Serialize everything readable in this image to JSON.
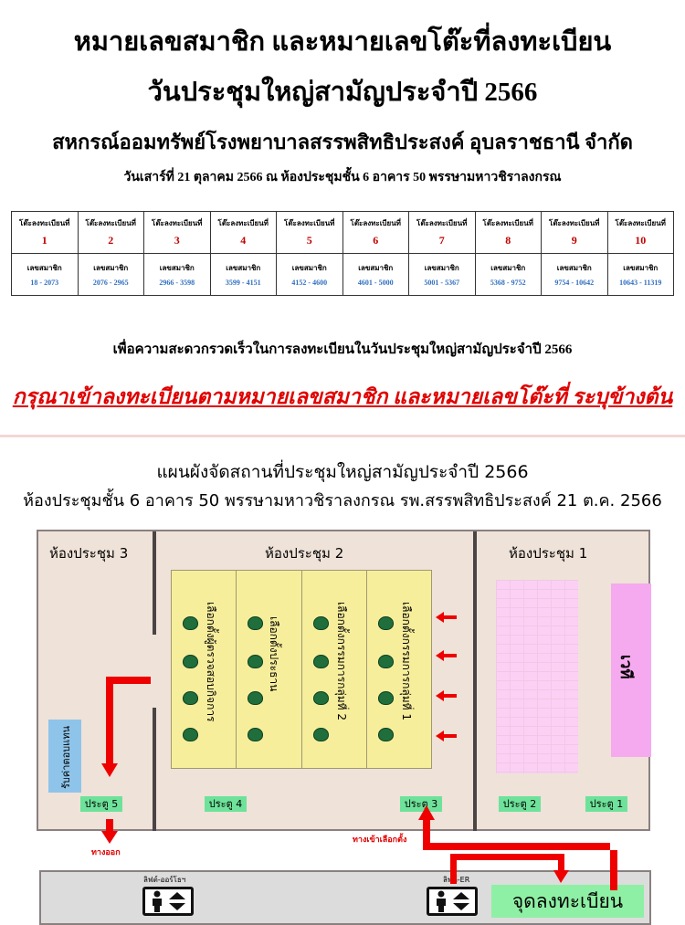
{
  "header": {
    "title1": "หมายเลขสมาชิก และหมายเลขโต๊ะที่ลงทะเบียน",
    "title2": "วันประชุมใหญ่สามัญประจำปี 2566",
    "org": "สหกรณ์ออมทรัพย์โรงพยาบาลสรรพสิทธิประสงค์ อุบลราชธานี จำกัด",
    "date_place": "วันเสาร์ที่  21  ตุลาคม 2566    ณ ห้องประชุมชั้น 6 อาคาร 50 พรรษามหาวชิราลงกรณ"
  },
  "table": {
    "desk_label": "โต๊ะลงทะเบียนที่",
    "member_label": "เลขสมาชิก",
    "desks": [
      {
        "no": "1",
        "range": "18 - 2073"
      },
      {
        "no": "2",
        "range": "2076 - 2965"
      },
      {
        "no": "3",
        "range": "2966 - 3598"
      },
      {
        "no": "4",
        "range": "3599 - 4151"
      },
      {
        "no": "5",
        "range": "4152 - 4600"
      },
      {
        "no": "6",
        "range": "4601 - 5000"
      },
      {
        "no": "7",
        "range": "5001 - 5367"
      },
      {
        "no": "8",
        "range": "5368 - 9752"
      },
      {
        "no": "9",
        "range": "9754 - 10642"
      },
      {
        "no": "10",
        "range": "10643 - 11319"
      }
    ]
  },
  "notice": {
    "line1": "เพื่อความสะดวกรวดเร็วในการลงทะเบียนในวันประชุมใหญ่สามัญประจำปี 2566",
    "line2": "กรุณาเข้าลงทะเบียนตามหมายเลขสมาชิก และหมายเลขโต๊ะที่ ระบุข้างต้น"
  },
  "plan": {
    "title1": "แผนผังจัดสถานที่ประชุมใหญ่สามัญประจำปี 2566",
    "title2": "ห้องประชุมชั้น 6 อาคาร 50 พรรษามหาวชิราลงกรณ รพ.สรรพสิทธิประสงค์  21 ต.ค. 2566",
    "room3": "ห้องประชุม 3",
    "room2": "ห้องประชุม 2",
    "room1": "ห้องประชุม 1",
    "vote_cols": [
      "เลือกตั้งผู้ตรวจสอบกิจการ",
      "เลือกตั้งประธาน",
      "เลือกตั้งกรรมการกลุ่มที่ 2",
      "เลือกตั้งกรรมการกลุ่มที่ 1"
    ],
    "stage": "เวที",
    "payment": "รับค่าตอบแทน",
    "doors": [
      "ประตู 5",
      "ประตู 4",
      "ประตู 3",
      "ประตู 2",
      "ประตู 1"
    ],
    "exit": "ทางออก",
    "entrance": "ทางเข้าเลือกตั้ง",
    "lift_ortho": "ลิฟต์-ออร์โธฯ",
    "lift_er": "ลิฟต์-ER",
    "registration": "จุดลงทะเบียน"
  },
  "colors": {
    "red": "#e00000",
    "blue": "#2f6fc0",
    "door": "#6ee29a",
    "vote": "#f7ee9c",
    "stage": "#f5a9ee"
  }
}
